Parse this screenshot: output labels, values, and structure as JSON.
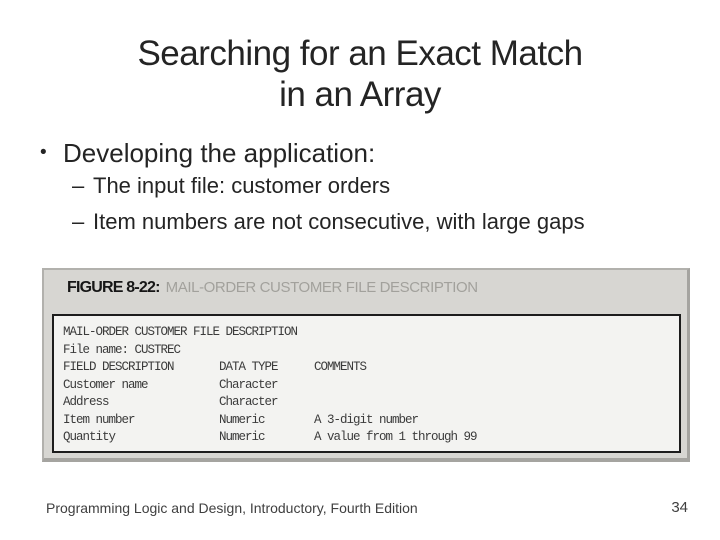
{
  "slide": {
    "title_line1": "Searching for an Exact Match",
    "title_line2": "in an Array",
    "bullet_glyph": "•",
    "dash_glyph": "–",
    "bullet": "Developing the application:",
    "sub_bullets": [
      "The input file: customer orders",
      "Item numbers are not consecutive, with large gaps"
    ]
  },
  "figure": {
    "caption_label": "FIGURE 8-22:",
    "caption_text": "MAIL-ORDER CUSTOMER FILE DESCRIPTION",
    "table": {
      "title_line": "MAIL-ORDER CUSTOMER FILE DESCRIPTION",
      "file_line": "File name: CUSTREC",
      "headers": [
        "FIELD DESCRIPTION",
        "DATA TYPE",
        "COMMENTS"
      ],
      "rows": [
        [
          "Customer name",
          "Character",
          ""
        ],
        [
          "Address",
          "Character",
          ""
        ],
        [
          "Item number",
          "Numeric",
          "A 3-digit number"
        ],
        [
          "Quantity",
          "Numeric",
          "A value from 1 through 99"
        ]
      ]
    }
  },
  "footer": {
    "left": "Programming Logic and Design, Introductory, Fourth Edition",
    "page_number": "34"
  },
  "colors": {
    "text": "#242424",
    "caption_gray": "#a2a19c",
    "frame_bg": "#d7d6d2",
    "frame_border": "#a5a4a0",
    "panel_bg": "#f3f3f1",
    "panel_border": "#1c1c1c",
    "mono_text": "#3b3b3b"
  }
}
